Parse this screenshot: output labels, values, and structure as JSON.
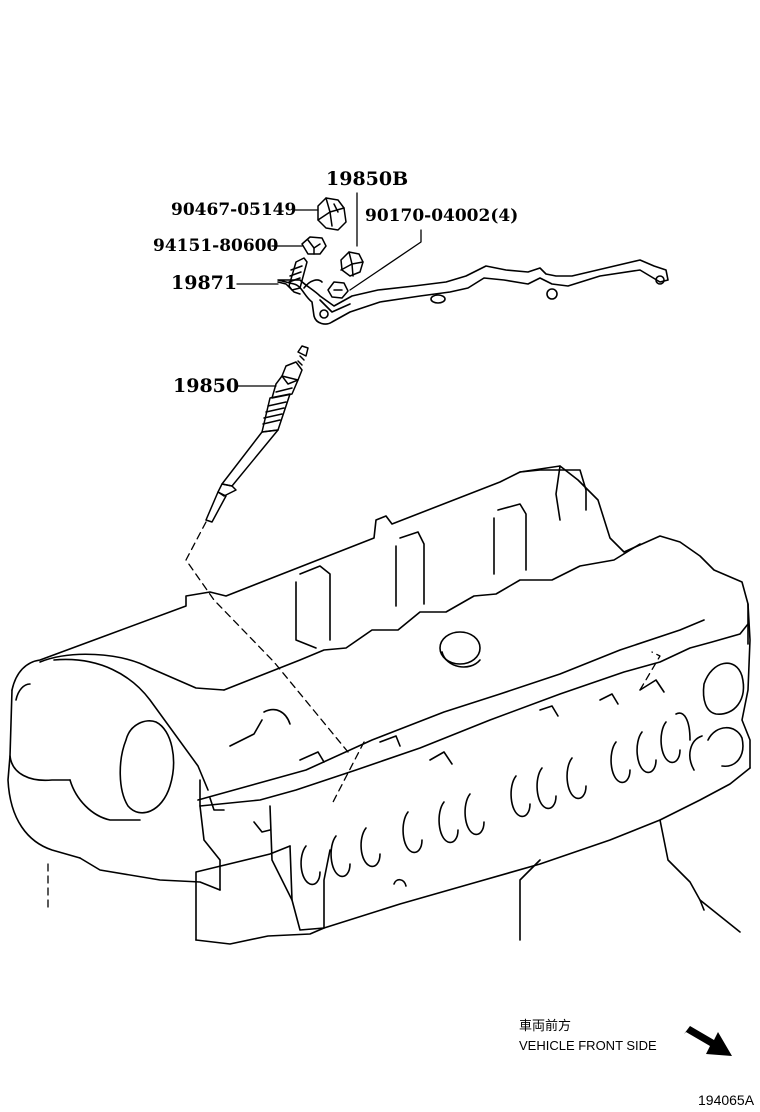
{
  "callouts": {
    "p19850b": "19850B",
    "p90467": "90467-05149",
    "p90170": "90170-04002(4)",
    "p94151": "94151-80600",
    "p19871": "19871",
    "p19850": "19850"
  },
  "orientation": {
    "label_ja": "車両前方",
    "label_en": "VEHICLE FRONT SIDE",
    "arrow_icon": "arrow-down-right-icon"
  },
  "figure_code": "194065A"
}
